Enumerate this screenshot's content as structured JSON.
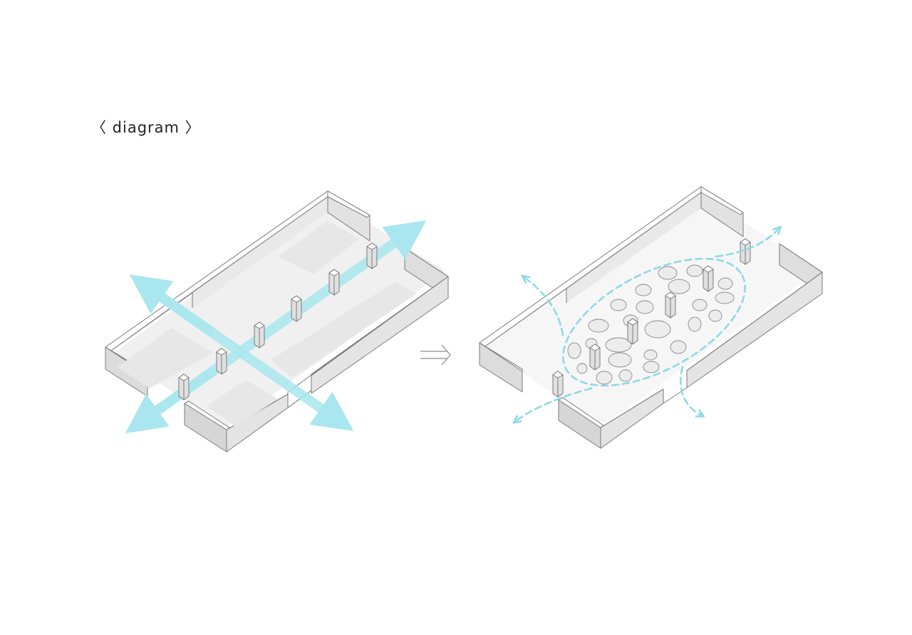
{
  "title": "〈 diagram 〉",
  "colors": {
    "wall_top": "#ffffff",
    "wall_side": "#e6e6e6",
    "wall_front": "#d9d9d9",
    "floor": "#efefef",
    "outline": "#7a7a7a",
    "flow_arrow": "#a9e6ef",
    "flow_dashed": "#8fd9e6",
    "transition_arrow": "#8a8a8a"
  },
  "left_panel": {
    "icon": "crossing-axis-arrows"
  },
  "right_panel": {
    "icon": "dispersed-flow-arrows"
  },
  "transition": {
    "icon": "double-line-arrow"
  }
}
